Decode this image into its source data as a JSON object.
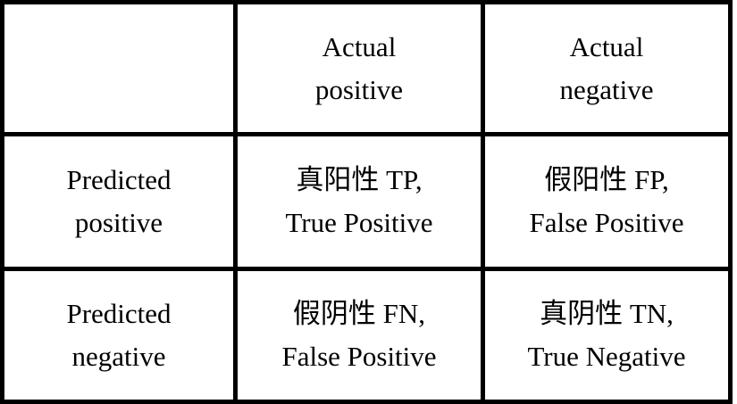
{
  "figure": {
    "kind": "confusion-matrix-table",
    "colors": {
      "true_cell_background": "#FCEFCE",
      "false_cell_background": "#D9EAF1",
      "border": "#000000",
      "text": "#000000",
      "page_background": "#ffffff"
    },
    "matrix": {
      "corner": "",
      "column_headers": [
        "Actual\npositive",
        "Actual\nnegative"
      ],
      "rows": [
        {
          "header": "Predicted\npositive",
          "cells": [
            "真阳性 TP,\nTrue Positive",
            "假阳性 FP,\nFalse Positive"
          ]
        },
        {
          "header": "Predicted\nnegative",
          "cells": [
            "假阴性 FN,\nFalse Positive",
            "真阴性 TN,\nTrue Negative"
          ]
        }
      ]
    }
  }
}
